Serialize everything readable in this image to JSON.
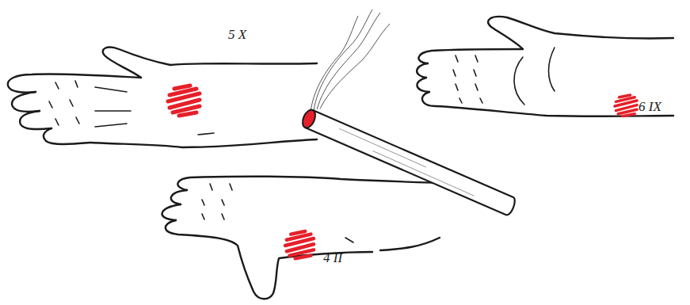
{
  "diagram": {
    "labels": [
      "5 X",
      "6 IX",
      "4 II"
    ]
  }
}
